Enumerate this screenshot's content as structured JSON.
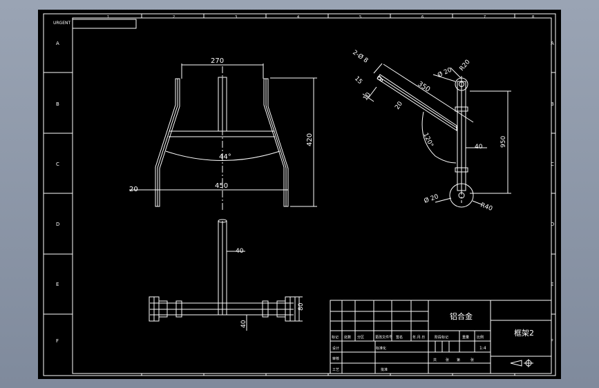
{
  "colors": {
    "background": "#000000",
    "line": "#ffffff",
    "viewport": "#8f9aab"
  },
  "sheet": {
    "corner_label": "URGENT",
    "row_markers_left": [
      "A",
      "B",
      "C",
      "D",
      "E",
      "F"
    ],
    "row_markers_right": [
      "A",
      "B",
      "C",
      "D",
      "E",
      "F"
    ],
    "column_markers": [
      "1",
      "2",
      "3",
      "4",
      "5",
      "6",
      "7",
      "8"
    ]
  },
  "front_view": {
    "dim_top_width": "270",
    "dim_height": "420",
    "dim_angle": "44°",
    "dim_tube": "20",
    "dim_bottom_width": "450"
  },
  "side_view": {
    "dim_hole_count": "2-Ø 8",
    "dim_15": "15",
    "dim_10": "10",
    "dim_350": "350",
    "dim_20_diag": "20",
    "dim_angle": "120°",
    "dim_top_circle_d": "Ø 20",
    "dim_top_radius": "R20",
    "dim_40": "40",
    "dim_950": "950",
    "dim_bottom_circle_d": "Ø 20",
    "dim_bottom_radius": "R40"
  },
  "top_view": {
    "dim_40_top": "40",
    "dim_40_bottom": "40",
    "dim_80": "80"
  },
  "title_block": {
    "material": "铝合金",
    "drawing_name": "框架2",
    "row_labels": [
      "标记",
      "处数",
      "分区",
      "更改文件号",
      "签名",
      "年.月.日"
    ],
    "design": "设计",
    "review": "审核",
    "process": "工艺",
    "standard": "标准化",
    "approve": "批准",
    "stage_mark": "阶段标记",
    "weight": "重量",
    "scale": "比例",
    "scale_value": "1:4",
    "sheet_total": "共",
    "sheet_of": "张",
    "sheet_no": "第",
    "sheet_no_unit": "张"
  }
}
